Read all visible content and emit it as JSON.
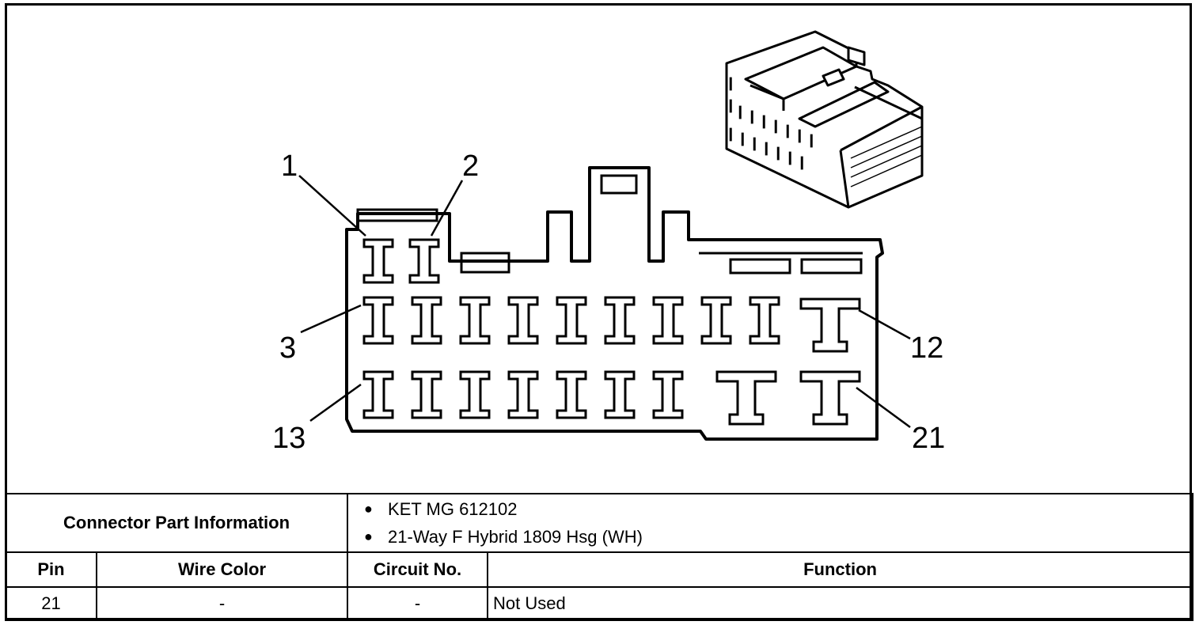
{
  "diagram": {
    "callouts": [
      "1",
      "2",
      "3",
      "12",
      "13",
      "21"
    ]
  },
  "connector_info": {
    "label": "Connector Part Information",
    "items": [
      "KET MG 612102",
      "21-Way F Hybrid 1809 Hsg (WH)"
    ]
  },
  "table": {
    "headers": [
      "Pin",
      "Wire Color",
      "Circuit No.",
      "Function"
    ],
    "rows": [
      {
        "pin": "21",
        "wire_color": "-",
        "circuit": "-",
        "function": "Not Used"
      }
    ]
  }
}
